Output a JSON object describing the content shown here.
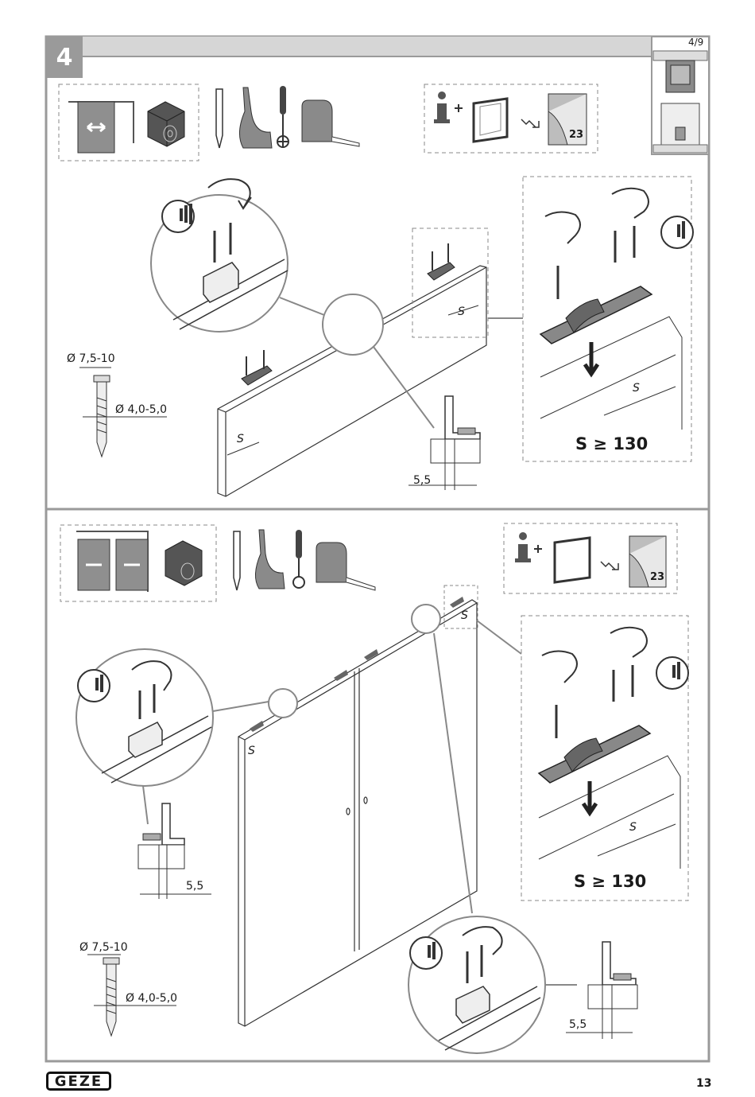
{
  "step": {
    "number": "4",
    "progress": "4/9"
  },
  "top_panel": {
    "screw_head_dia": "Ø 7,5-10",
    "screw_shank_dia": "Ø 4,0-5,0",
    "spacing_rule": "S ≥ 130",
    "offset": "5,5",
    "ref_page": "23",
    "dimension_symbol": "S"
  },
  "bottom_panel": {
    "screw_head_dia": "Ø 7,5-10",
    "screw_shank_dia": "Ø 4,0-5,0",
    "spacing_rule": "S ≥ 130",
    "offset": "5,5",
    "ref_page": "23",
    "dimension_symbol": "S"
  },
  "footer": {
    "brand": "GEZE",
    "page_number": "13"
  },
  "icons": [
    "single-door-icon",
    "double-door-icon",
    "wood-block-icon",
    "pencil-icon",
    "drill-icon",
    "screwdriver-icon",
    "tape-measure-icon",
    "info-icon",
    "glass-panel-icon",
    "manual-page-icon",
    "strength-icon",
    "rotate-arrow-icon"
  ]
}
